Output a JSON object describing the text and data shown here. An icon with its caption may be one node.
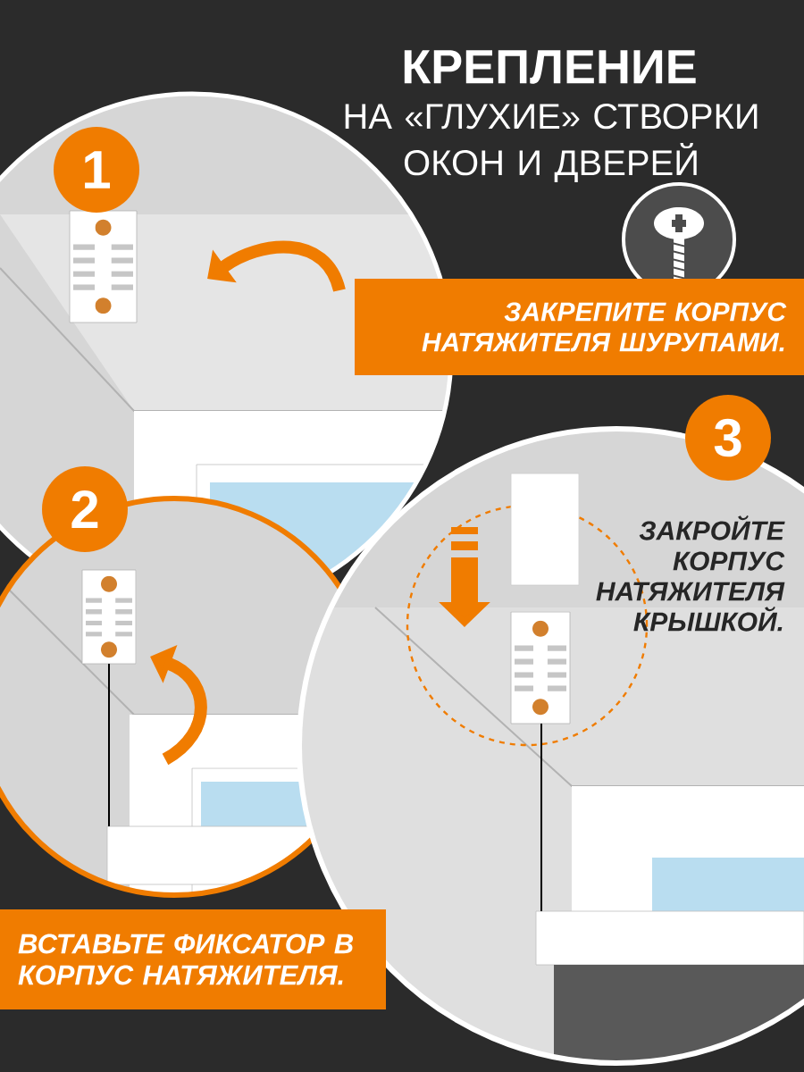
{
  "diagram": {
    "title": "КРЕПЛЕНИЕ",
    "nodes": [
      {
        "text": [
          "1"
        ]
      },
      {
        "text": [
          "ЗАКРЕПИТЕ КОРПУС НАТЯЖИТЕЛЯ ШУРУПАМИ."
        ]
      },
      {
        "text": [
          "2"
        ]
      },
      {
        "text": [
          "ВСТАВЬТЕ ФИКСАТОР В КОРПУС НАТЯЖИТЕЛЯ."
        ]
      },
      {
        "text": [
          "3"
        ]
      }
    ],
    "labels": [
      "НА «ГЛУХИЕ» СТВОРКИ ОКОН И ДВЕРЕЙ",
      "ЗАКРОЙТЕ КОРПУС НАТЯЖИТЕЛЯ КРЫШКОЙ."
    ]
  }
}
